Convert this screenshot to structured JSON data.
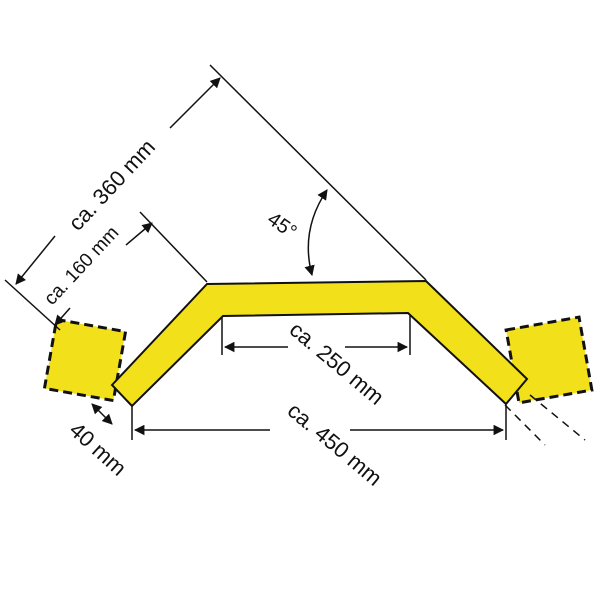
{
  "colors": {
    "guard_fill": "#f2e01b",
    "outline": "#111111",
    "background": "#ffffff"
  },
  "labels": {
    "dim_360": "ca. 360 mm",
    "dim_160": "ca. 160 mm",
    "angle": "45°",
    "dim_250": "ca. 250 mm",
    "dim_450": "ca. 450 mm",
    "dim_40": "40 mm"
  }
}
